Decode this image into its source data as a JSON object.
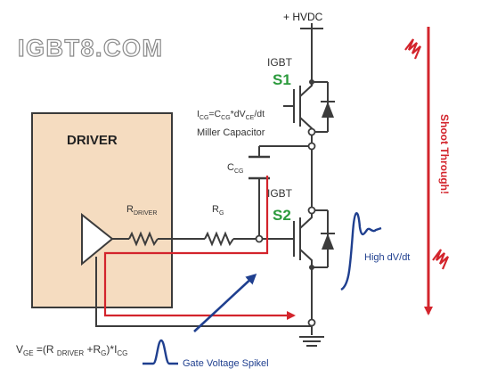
{
  "watermark": "IGBT8.COM",
  "supply_label": "+ HVDC",
  "driver": {
    "title": "DRIVER",
    "r_driver": {
      "base": "R",
      "sub": "DRIVER"
    }
  },
  "rg": {
    "base": "R",
    "sub": "G"
  },
  "s1": {
    "type": "IGBT",
    "name": "S1"
  },
  "s2": {
    "type": "IGBT",
    "name": "S2"
  },
  "miller": {
    "formula_parts": [
      "I",
      "CG",
      "=C",
      "CG",
      "*dV",
      "CE",
      "/dt"
    ],
    "label": "Miller Capacitor"
  },
  "ccg": {
    "base": "C",
    "sub": "CG"
  },
  "high_dvdt": "High dV/dt",
  "shoot_through": "Shoot Through!",
  "vge_formula": {
    "parts": [
      "V",
      "GE",
      " =(R ",
      "DRIVER",
      " +R",
      "G",
      ")*I",
      "CG"
    ]
  },
  "gate_spike": "Gate Voltage Spikel",
  "colors": {
    "driver_fill": "#f5dcc0",
    "driver_border": "#3a3a3a",
    "wire": "#3c3c3c",
    "red_path": "#d3242c",
    "blue": "#1f3f8f",
    "green": "#2b9a3c",
    "watermark_fill": "#ffffff",
    "watermark_stroke": "#8a8a8a"
  }
}
